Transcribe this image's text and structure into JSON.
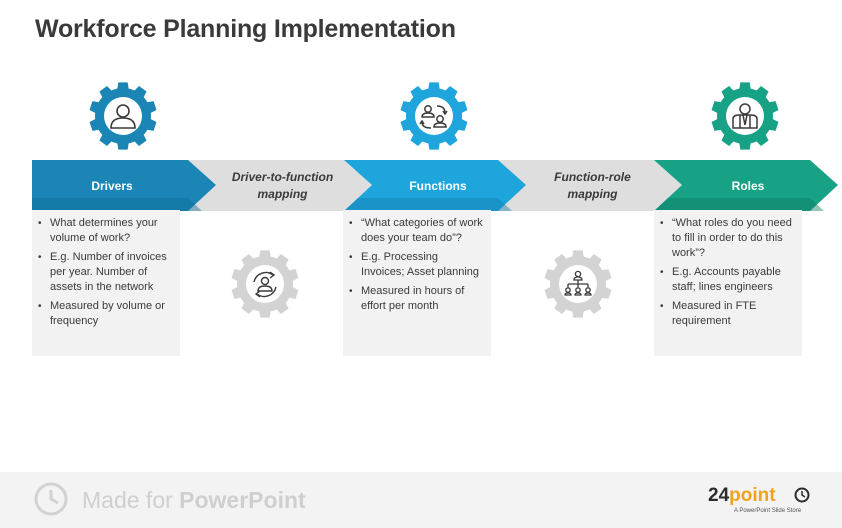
{
  "title": "Workforce Planning Implementation",
  "colors": {
    "drivers": "#1b86b6",
    "functions": "#1ea5dc",
    "roles": "#17a286",
    "mid_arrow": "#dedede",
    "gear_gray": "#d3d3d3"
  },
  "stages": [
    {
      "label": "Drivers",
      "icon": "person-icon",
      "bullets": [
        "What determines your volume of work?",
        "E.g. Number of invoices per year. Number of assets in the network",
        "Measured by volume or frequency"
      ]
    },
    {
      "label": "Functions",
      "icon": "people-exchange-icon",
      "bullets": [
        "“What categories of work does your team do”?",
        "E.g. Processing Invoices; Asset planning",
        "Measured in hours of effort per month"
      ]
    },
    {
      "label": "Roles",
      "icon": "businessman-icon",
      "bullets": [
        "“What roles do you need to fill in order to do this work”?",
        "E.g. Accounts payable staff; lines engineers",
        "Measured in FTE requirement"
      ]
    }
  ],
  "mappings": [
    {
      "label_line1": "Driver-to-function",
      "label_line2": "mapping",
      "icon": "person-cycle-icon"
    },
    {
      "label_line1": "Function-role",
      "label_line2": "mapping",
      "icon": "org-chart-icon"
    }
  ],
  "footer": {
    "made_for": "Made for",
    "powerpoint": "PowerPoint",
    "brand_number": "24",
    "brand_word": "point",
    "brand_tagline": "A PowerPoint Slide Store"
  }
}
